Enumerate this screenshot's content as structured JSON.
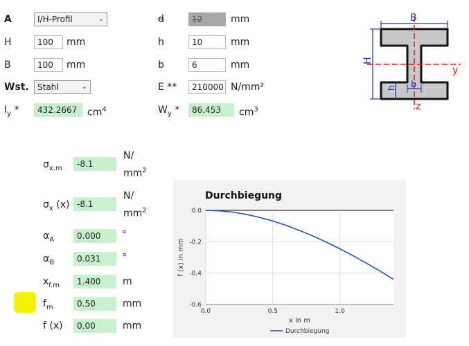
{
  "top": {
    "a_label": "A",
    "profile_select": "I/H-Profil",
    "d_label": "d",
    "d_value": "12",
    "d_unit": "mm",
    "H_label": "H",
    "H_value": "100",
    "H_unit": "mm",
    "h_label": "h",
    "h_value": "10",
    "h_unit": "mm",
    "B_label": "B",
    "B_value": "100",
    "B_unit": "mm",
    "b_label": "b",
    "b_value": "6",
    "b_unit": "mm",
    "wst_label": "Wst.",
    "material_select": "Stahl",
    "E_label": "E **",
    "E_value": "210000",
    "E_unit": "N/mm²",
    "Iy_label_main": "I",
    "Iy_label_sub": "y",
    "Iy_label_star": " *",
    "Iy_value": "432.2667",
    "Iy_unit_main": "cm",
    "Iy_unit_sup": "4",
    "Wy_label_main": "W",
    "Wy_label_sub": "y",
    "Wy_label_star": " *",
    "Wy_value": "86.453",
    "Wy_unit_main": "cm",
    "Wy_unit_sup": "3"
  },
  "diagram": {
    "B": "B",
    "H": "H",
    "y": "y",
    "h": "h",
    "b": "b",
    "z": "z"
  },
  "results": {
    "sxm_main": "σ",
    "sxm_sub": "x.m",
    "sxm_value": "-8.1",
    "sxm_unit_top": "N/",
    "sxm_unit_bottom": "mm",
    "sxm_unit_sup": "2",
    "sx_main": "σ",
    "sx_sub": "x",
    "sx_suffix": " (x)",
    "sx_value": "-8.1",
    "sx_unit_top": "N/",
    "sx_unit_bottom": "mm",
    "sx_unit_sup": "2",
    "aA_main": "α",
    "aA_sub": "A",
    "aA_value": "0.000",
    "aA_unit": "°",
    "aB_main": "α",
    "aB_sub": "B",
    "aB_value": "0.031",
    "aB_unit": "°",
    "xfm_main": "x",
    "xfm_sub": "f.m",
    "xfm_value": "1.400",
    "xfm_unit": "m",
    "fm_main": "f",
    "fm_sub": "m",
    "fm_value": "0.50",
    "fm_unit": "mm",
    "fx_label": "f (x)",
    "fx_value": "0.00",
    "fx_unit": "mm"
  },
  "colors": {
    "profile_fill": "#c8c8c8",
    "dim_blue": "#1f2fb8",
    "axis_red": "#e01b1b",
    "field_green": "#c8f0cf",
    "highlight": "#f6f300",
    "curve": "#2a4db5"
  },
  "chart_data": {
    "type": "line",
    "title": "Durchbiegung",
    "xlabel": "x in m",
    "ylabel": "f (x) in mm",
    "xlim": [
      0,
      1.4
    ],
    "ylim": [
      -0.6,
      0
    ],
    "xticks": [
      "0.0",
      "0.5",
      "1.0"
    ],
    "yticks": [
      "0.0",
      "-0.2",
      "-0.4",
      "-0.6"
    ],
    "legend": "bottom",
    "series": [
      {
        "name": "Durchbiegung",
        "x": [
          0,
          0.1,
          0.2,
          0.3,
          0.4,
          0.5,
          0.6,
          0.7,
          0.8,
          0.9,
          1.0,
          1.1,
          1.2,
          1.3,
          1.4
        ],
        "y": [
          0,
          -0.003,
          -0.011,
          -0.025,
          -0.044,
          -0.068,
          -0.096,
          -0.128,
          -0.164,
          -0.203,
          -0.245,
          -0.29,
          -0.338,
          -0.387,
          -0.44
        ]
      }
    ]
  }
}
